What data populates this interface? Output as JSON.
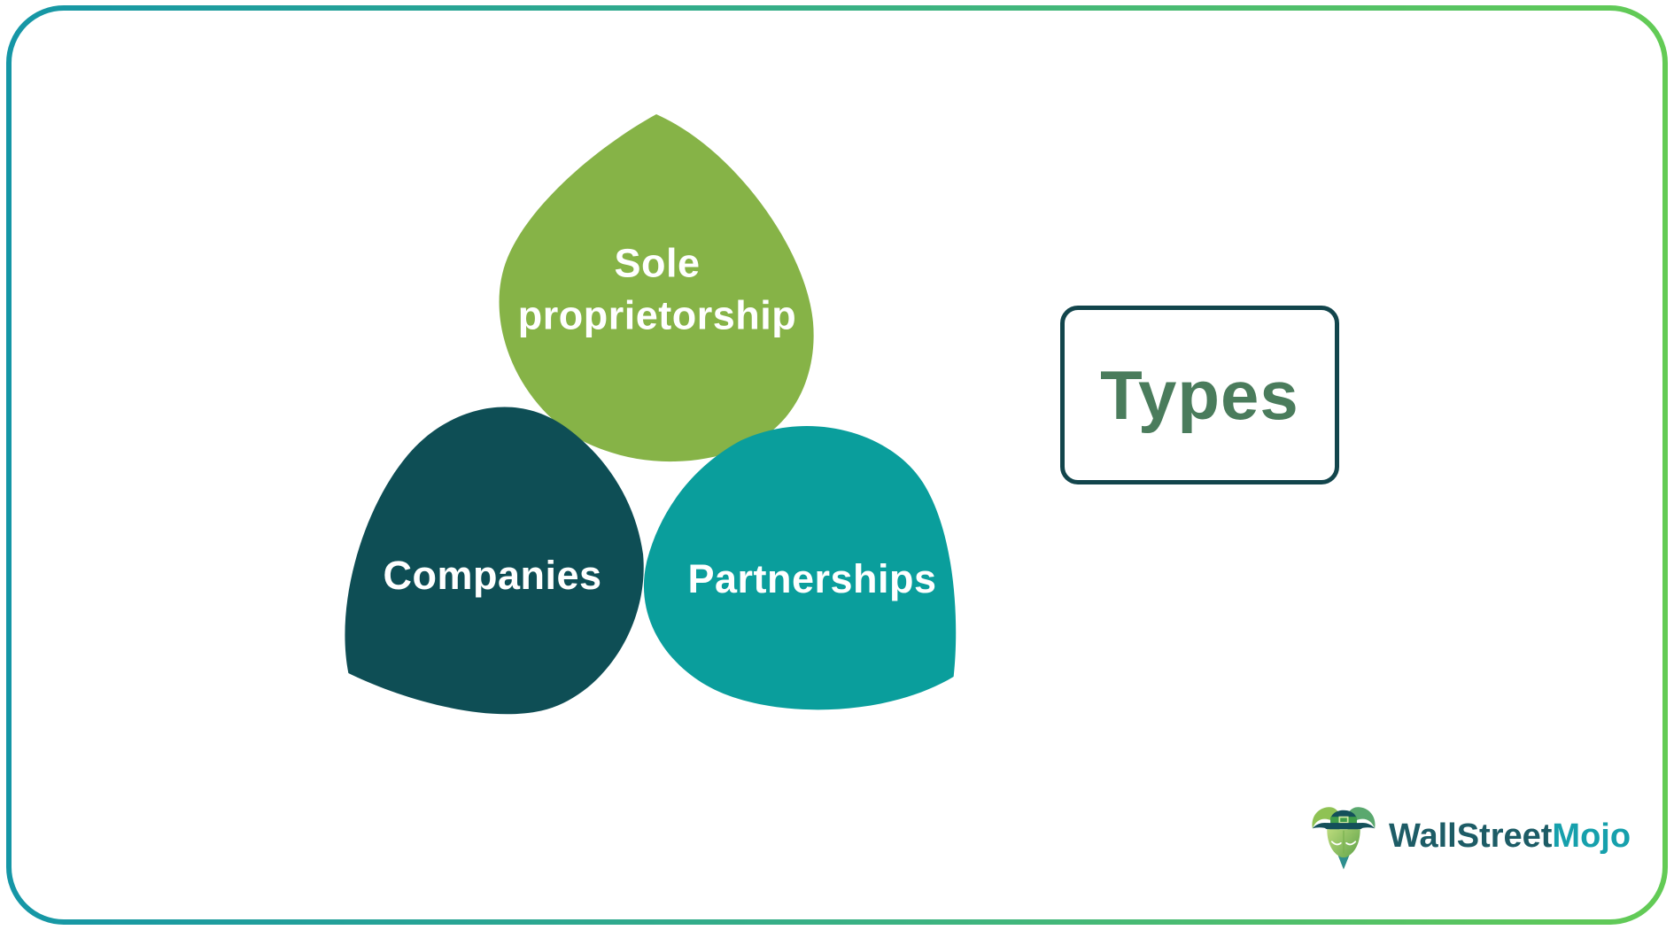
{
  "frame": {
    "gradient_left": "#1596A6",
    "gradient_mid": "#3CB381",
    "gradient_right": "#63CB55"
  },
  "diagram": {
    "blobs": [
      {
        "id": "sole-proprietorship",
        "label": "Sole proprietorship",
        "color": "#86B347",
        "text_color": "#FFFFFF"
      },
      {
        "id": "companies",
        "label": "Companies",
        "color": "#0E4E55",
        "text_color": "#FFFFFF"
      },
      {
        "id": "partnerships",
        "label": "Partnerships",
        "color": "#0A9E9C",
        "text_color": "#FFFFFF"
      }
    ]
  },
  "types_box": {
    "label": "Types",
    "text_color": "#4A7C5C",
    "border_color": "#12454C"
  },
  "logo": {
    "brand_part1": "WallStreet",
    "brand_part2": "Mojo",
    "part1_color": "#1D5C66",
    "part2_color": "#16A0AC",
    "icon": "bull-leprechaun-icon"
  }
}
